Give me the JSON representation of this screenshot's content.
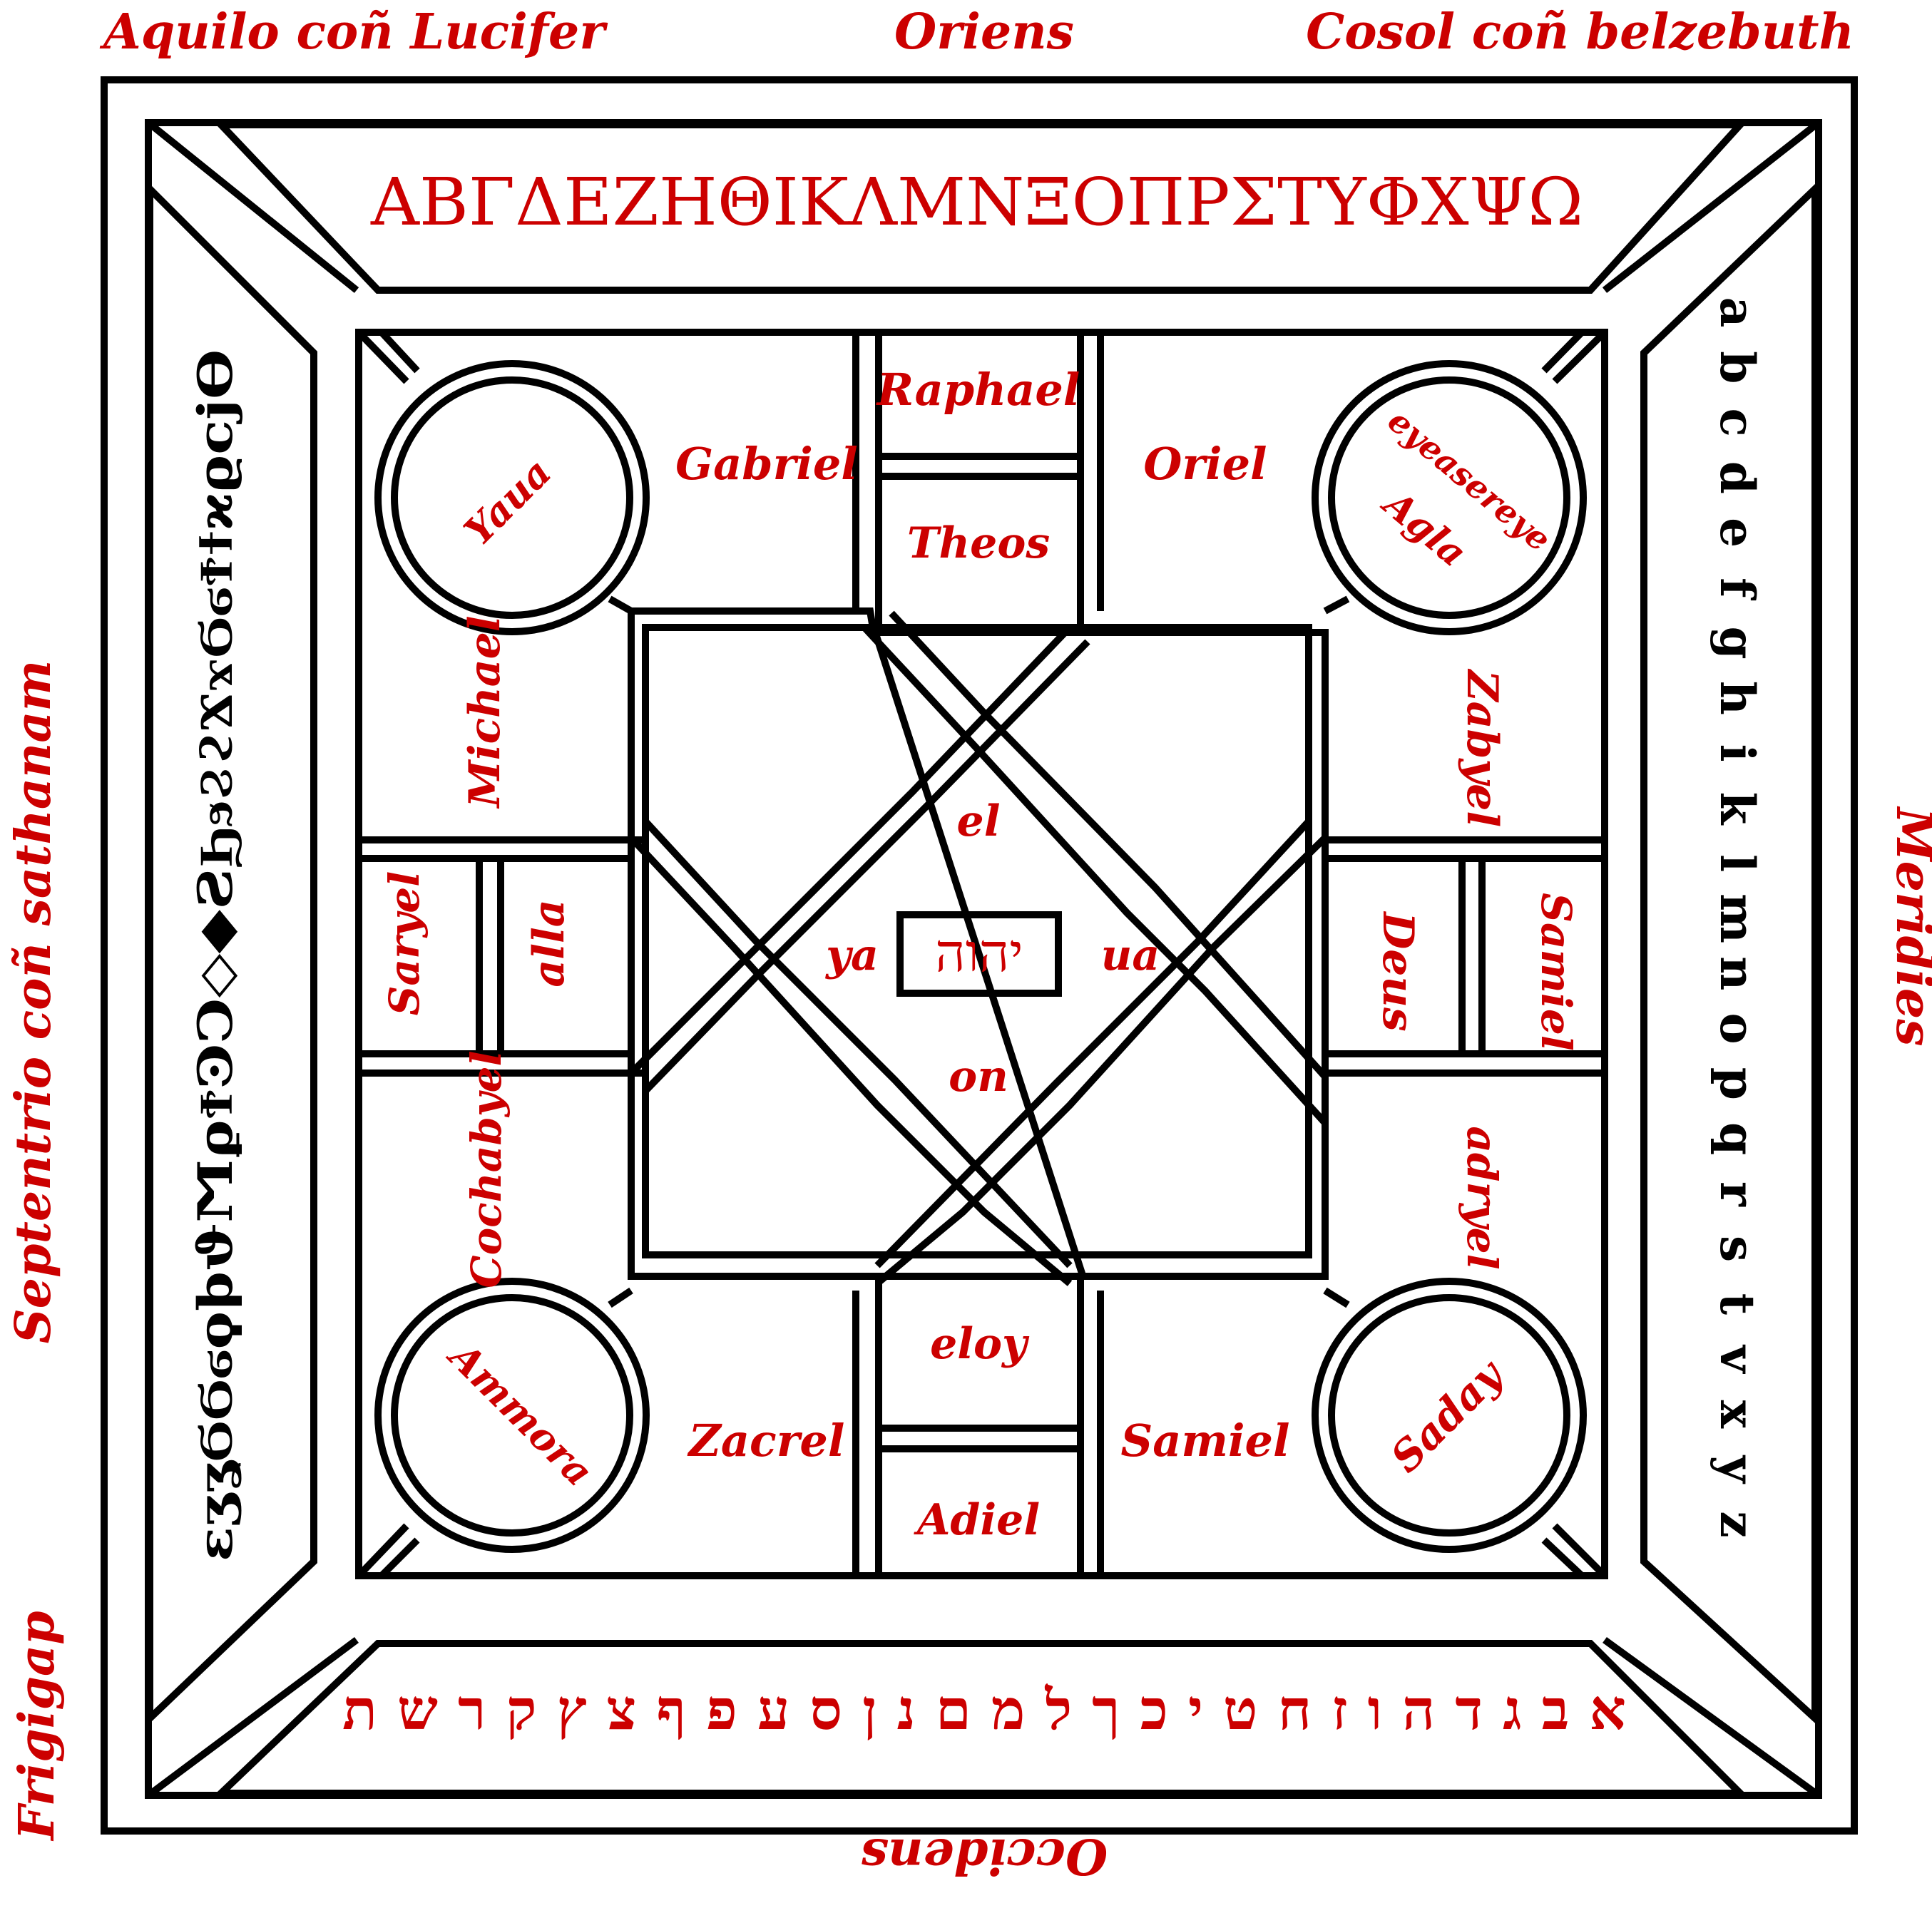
{
  "corners": {
    "top_left": "Aquilo coñ Lucifer",
    "top_right": "Cosol coñ belzebuth",
    "bottom_left": "Frigigap"
  },
  "directions": {
    "east": "Oriens",
    "west": "Occidens",
    "north": "Septentrio coñ sathanam",
    "south": "Meridies"
  },
  "alphabets": {
    "greek": "ΑΒΓΔΕΖΗΘΙΚΛΜΝΞΟΠΡΣΤΥΦΧΨΩ",
    "latin": [
      "a",
      "b",
      "c",
      "d",
      "e",
      "f",
      "g",
      "h",
      "i",
      "k",
      "l",
      "m",
      "n",
      "o",
      "p",
      "q",
      "r",
      "s",
      "t",
      "v",
      "x",
      "y",
      "z"
    ],
    "hebrew": "א ב ג ד ה ו ז ח ט י כ ך ל מ ם נ ן ס ע פ ף צ ץ ק ר ש ת",
    "glyphs_left": "ɛʒʓϬϬϭϙϸϑϺϼϮϿϽ◇◆ƧϦϧϨϩϪϫϬϭϮϯϰϱϲϳϴ"
  },
  "circles": {
    "top_left": "Yaua",
    "top_right_line1": "eyeasereye",
    "top_right_line2": "Agla",
    "bottom_left": "Ammora",
    "bottom_right": "Saday"
  },
  "angels": {
    "raphael": "Raphael",
    "gabriel": "Gabriel",
    "oriel": "Oriel",
    "theos": "Theos",
    "michael": "Michael",
    "zabyel": "Zabyel",
    "saryel": "Saryel",
    "alla": "alla",
    "deus": "Deus",
    "samiel_right": "Samiel",
    "cochabyel": "Cochabyel",
    "adryel": "adryel",
    "eloy": "eloy",
    "zacrel": "Zacrel",
    "samiel_bottom": "Samiel",
    "adiel": "Adiel"
  },
  "center": {
    "tetragrammaton": "יהוה",
    "el": "el",
    "ya": "ya",
    "ua": "ua",
    "on": "on"
  }
}
